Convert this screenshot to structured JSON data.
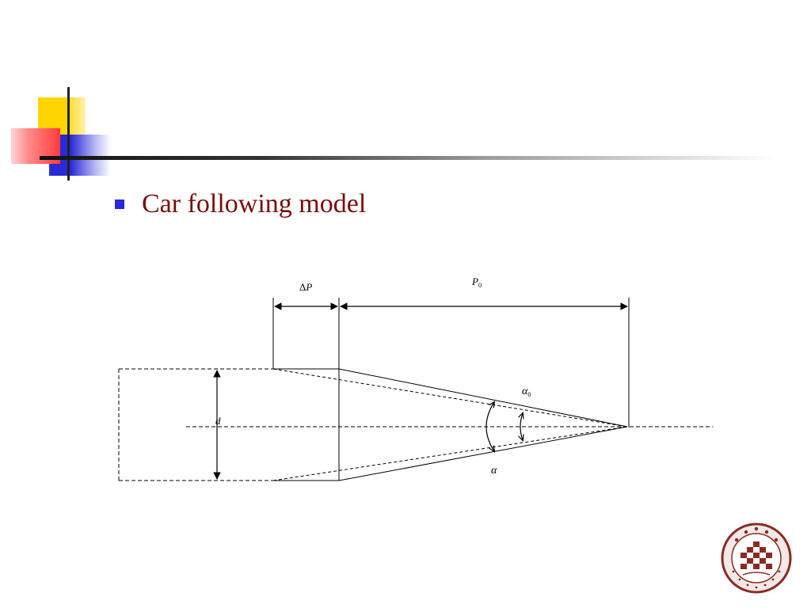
{
  "slide": {
    "title": "Car following model"
  },
  "diagram": {
    "labels": {
      "delta_symbol": "Δ",
      "delta_var": "P",
      "p0_var": "P",
      "p0_sub": "0",
      "alpha0_var": "α",
      "alpha0_sub": "0",
      "alpha_var": "α",
      "d_var": "d"
    }
  },
  "colors": {
    "title": "#7a0c0c",
    "bullet": "#2a2ad6",
    "deco_yellow": "#ffd400",
    "deco_red": "#ff3b3b",
    "deco_blue": "#2a2ad6"
  },
  "logo": {
    "name": "university-seal-logo"
  }
}
